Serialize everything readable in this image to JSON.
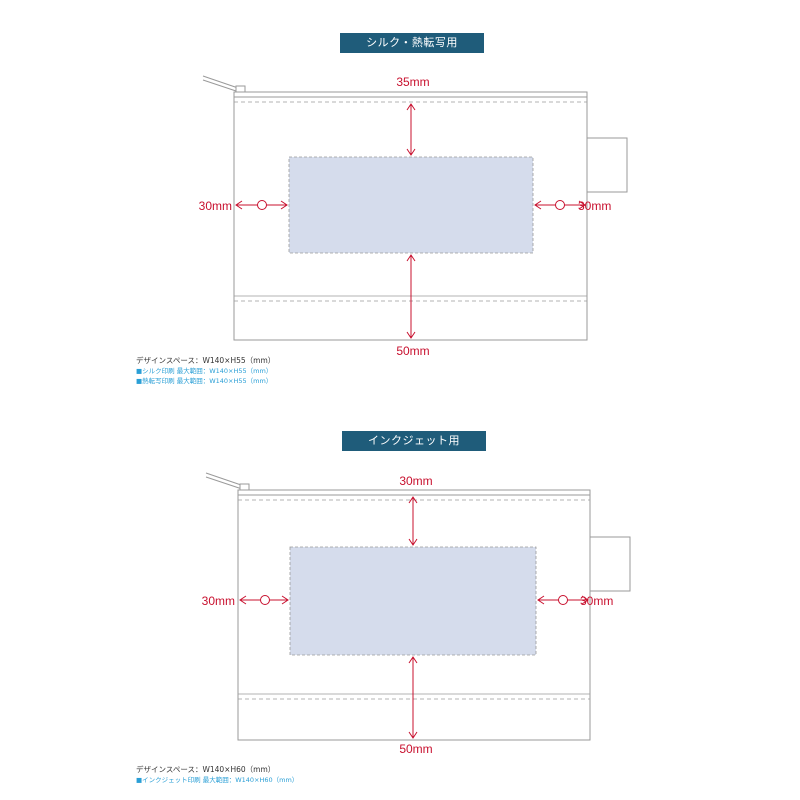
{
  "colors": {
    "header_bg": "#1f5c7a",
    "dimension": "#c8102e",
    "print_area_fill": "#d5dcec",
    "outline": "#9a9a9a",
    "spec_highlight": "#2a9fd6"
  },
  "sections": [
    {
      "header": "シルク・熱転写用",
      "dimensions": {
        "top": "35mm",
        "left": "30mm",
        "right": "30mm",
        "bottom": "50mm"
      },
      "spec_title": "デザインスペース：W140×H55（mm）",
      "spec_lines": [
        "■シルク印刷 最大範囲：W140×H55（mm）",
        "■熱転写印刷 最大範囲：W140×H55（mm）"
      ]
    },
    {
      "header": "インクジェット用",
      "dimensions": {
        "top": "30mm",
        "left": "30mm",
        "right": "30mm",
        "bottom": "50mm"
      },
      "spec_title": "デザインスペース：W140×H60（mm）",
      "spec_lines": [
        "■インクジェット印刷 最大範囲：W140×H60（mm）"
      ]
    }
  ]
}
